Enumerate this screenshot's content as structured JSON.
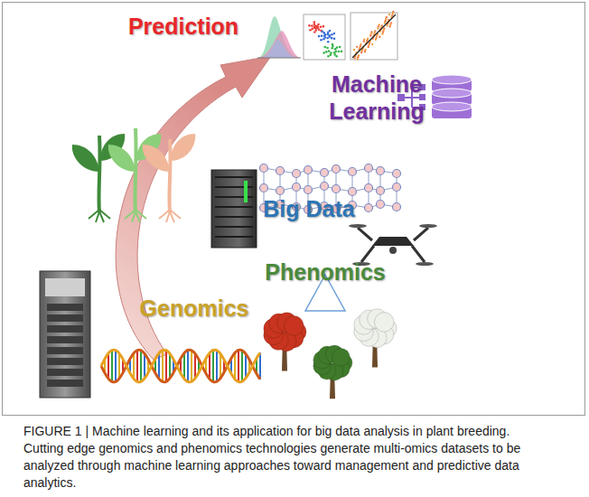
{
  "diagram": {
    "caption": "FIGURE 1 | Machine learning and its application for big data analysis in plant breeding. Cutting edge genomics and phenomics technologies generate multi-omics datasets to be analyzed through machine learning approaches toward management and predictive data analytics.",
    "labels": [
      "Prediction",
      "Machine Learning",
      "Big Data",
      "Phenomics",
      "Genomics"
    ]
  }
}
